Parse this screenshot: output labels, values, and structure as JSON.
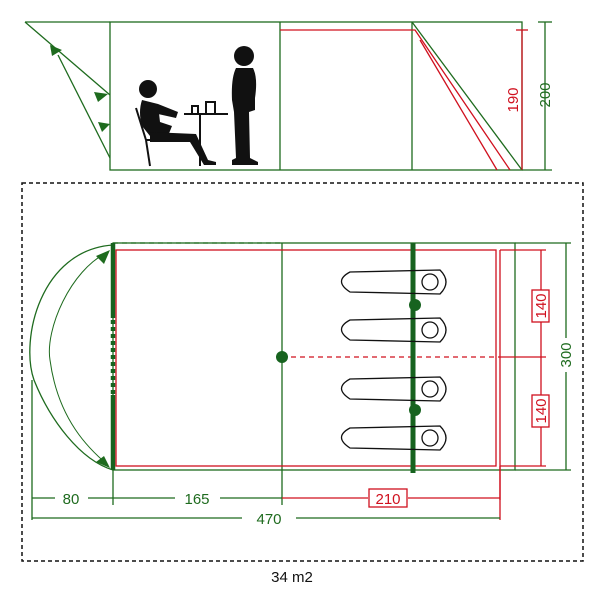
{
  "colors": {
    "green": "#1e6b1e",
    "dark_green": "#17631f",
    "red": "#d0101e",
    "black": "#111111"
  },
  "side_view": {
    "inner_height_label": "190",
    "total_height_label": "200",
    "figures": [
      "seated-person-icon",
      "standing-person-icon",
      "table-icon",
      "chair-icon"
    ]
  },
  "floor_plan": {
    "awning_depth_label": "80",
    "living_area_label": "165",
    "bedroom_depth_label": "210",
    "total_length_label": "470",
    "bedroom_width_label_1": "140",
    "bedroom_width_label_2": "140",
    "total_width_label": "300",
    "sleeping_bags": 4
  },
  "area_label": "34 m2"
}
